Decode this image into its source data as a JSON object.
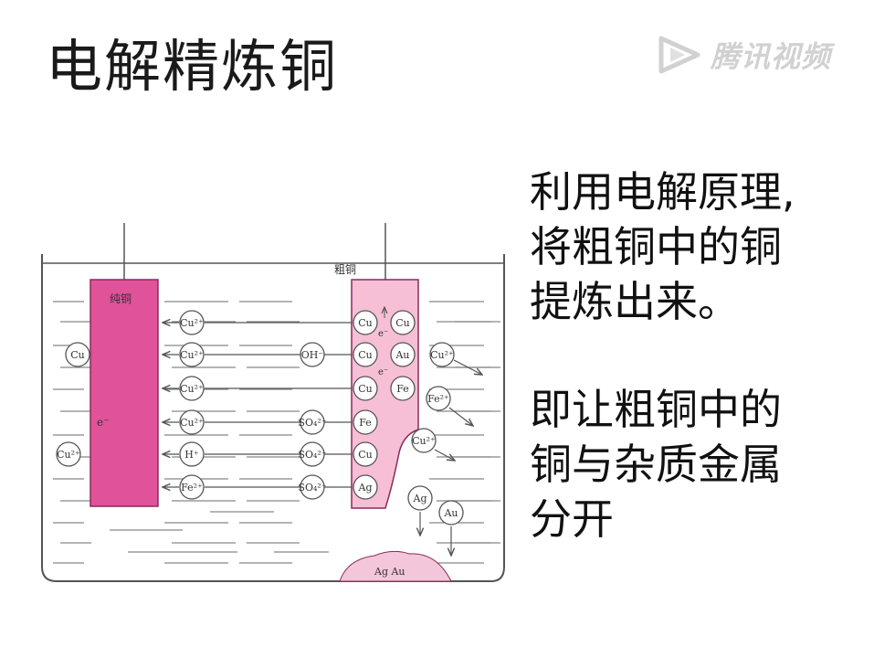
{
  "title": "电解精炼铜",
  "watermark": {
    "text": "腾讯视频",
    "icon": "play-triangle-icon"
  },
  "description": {
    "para1": [
      "利用电解原理,",
      "将粗铜中的铜",
      "提炼出来。"
    ],
    "para2": [
      "即让粗铜中的",
      "铜与杂质金属",
      "分开"
    ]
  },
  "diagram": {
    "pure_copper_label": "纯铜",
    "crude_copper_label": "粗铜",
    "electron_label": "e⁻",
    "sludge_label": "Ag Au",
    "cathode_ions": [
      "Cu²⁺",
      "Cu²⁺",
      "Cu²⁺",
      "Cu²⁺",
      "H⁺",
      "Fe²⁺"
    ],
    "anion_ions": [
      "OH⁻",
      "SO₄²⁻",
      "SO₄²⁻",
      "SO₄²⁻"
    ],
    "anode_left": [
      "Cu",
      "Cu",
      "Cu",
      "Fe",
      "Cu",
      "Ag"
    ],
    "anode_right": [
      "Cu",
      "Au",
      "Fe"
    ],
    "left_solution": [
      "Cu",
      "Cu²⁺"
    ],
    "right_solution": [
      "Cu²⁺",
      "Fe²⁺",
      "Cu²⁺"
    ],
    "falling": [
      "Ag",
      "Au"
    ],
    "colors": {
      "electrode": "#e0529a",
      "anode_fill": "#f6bfd6",
      "line": "#555555",
      "sludge": "#f3c6da"
    }
  }
}
